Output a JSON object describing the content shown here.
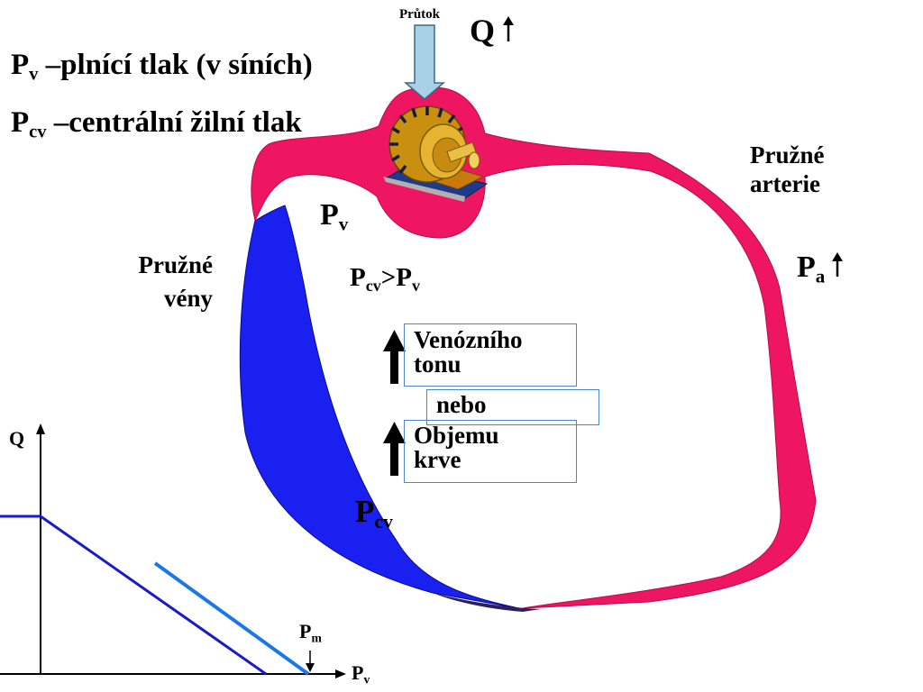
{
  "header": {
    "flow_label": "Průtok",
    "q_label": "Q"
  },
  "definitions": {
    "pv": {
      "symbol": "P",
      "subscript": "v",
      "text": " –plnící tlak (v síních)"
    },
    "pcv": {
      "symbol": "P",
      "subscript": "cv",
      "text": " –centrální žilní tlak"
    }
  },
  "labels": {
    "arteries": [
      "Pružné",
      "arterie"
    ],
    "veins": [
      "Pružné",
      "vény"
    ],
    "pv": {
      "symbol": "P",
      "subscript": "v"
    },
    "pa": {
      "symbol": "P",
      "subscript": "a"
    },
    "pcv_gt_pv": {
      "symbol1": "P",
      "subscript1": "cv",
      "op": ">",
      "symbol2": "P",
      "subscript2": "v"
    },
    "pcv_bottom": {
      "symbol": "P",
      "subscript": "cv"
    }
  },
  "boxes": {
    "venous_tone": [
      "Venózního",
      "tonu"
    ],
    "or": "nebo",
    "blood_volume": [
      "Objemu",
      "krve"
    ]
  },
  "graph": {
    "y_label": "Q",
    "x_label": {
      "symbol": "P",
      "subscript": "v"
    },
    "pm_label": {
      "symbol": "P",
      "subscript": "m"
    }
  },
  "colors": {
    "artery": "#ee1561",
    "vein": "#1a20f0",
    "flow_arrow": "#a8d0e6",
    "curve_dark": "#1a1ac8",
    "curve_light": "#1a78e6",
    "box_border": "#4a86c8",
    "motor_gold": "#c8900e"
  }
}
